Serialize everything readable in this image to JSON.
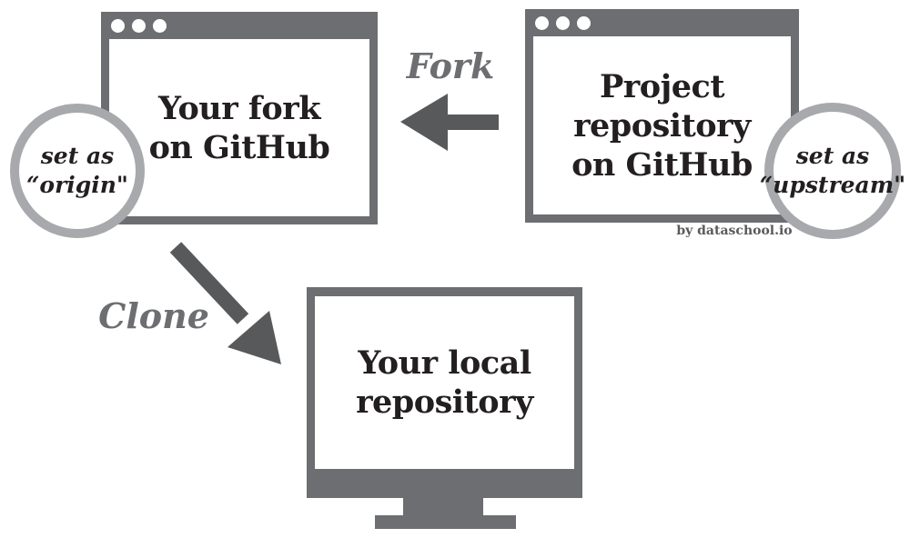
{
  "colors": {
    "window_gray": "#6d6e71",
    "arrow_gray": "#58595b",
    "label_gray": "#6d6e71",
    "ring_gray": "#a7a9ac",
    "ink": "#231f20",
    "credit_gray": "#58595b"
  },
  "fork_window": {
    "label_line1": "Your fork",
    "label_line2": "on GitHub"
  },
  "project_window": {
    "label_line1": "Project",
    "label_line2": "repository",
    "label_line3": "on GitHub"
  },
  "local_repository": {
    "label_line1": "Your local",
    "label_line2": "repository"
  },
  "origin_badge": {
    "line1": "set as",
    "line2": "“origin\""
  },
  "upstream_badge": {
    "line1": "set as",
    "line2": "“upstream\""
  },
  "fork_arrow": {
    "label": "Fork"
  },
  "clone_arrow": {
    "label": "Clone"
  },
  "credit": "by dataschool.io"
}
